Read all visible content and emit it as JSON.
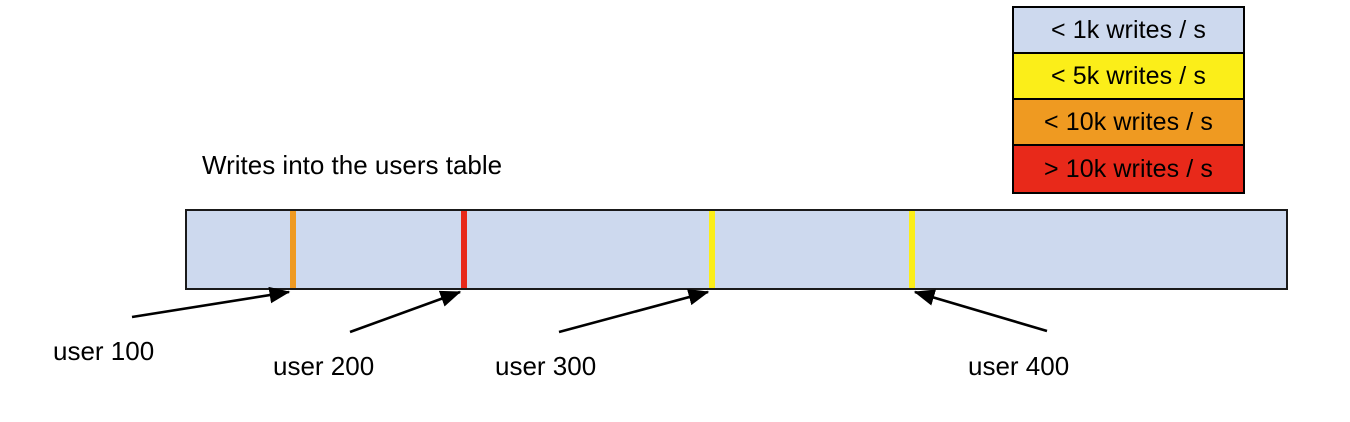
{
  "chart_data": {
    "type": "bar",
    "title": "Writes into the users table",
    "xlabel": "",
    "ylabel": "",
    "description": "A single horizontal key-range bar representing the users table, shaded light blue (< 1k writes / s) with narrow hot-spot stripes at four user boundaries.",
    "categories": [
      "user 100",
      "user 200",
      "user 300",
      "user 400"
    ],
    "values": [
      "< 10k writes / s",
      "> 10k writes / s",
      "< 5k writes / s",
      "< 5k writes / s"
    ],
    "baseline_band": "< 1k writes / s",
    "legend_position": "top-right",
    "grid": false,
    "markers": [
      {
        "label": "user 100",
        "band": "< 10k writes / s",
        "color": "#ef9a21"
      },
      {
        "label": "user 200",
        "band": "> 10k writes / s",
        "color": "#e8291a"
      },
      {
        "label": "user 300",
        "band": "< 5k writes / s",
        "color": "#fbee19"
      },
      {
        "label": "user 400",
        "band": "< 5k writes / s",
        "color": "#fbee19"
      }
    ]
  },
  "legend": {
    "items": [
      {
        "label": "< 1k writes / s",
        "color": "#cdd9ee"
      },
      {
        "label": "< 5k writes / s",
        "color": "#fbee19"
      },
      {
        "label": "< 10k writes / s",
        "color": "#ef9a21"
      },
      {
        "label": "> 10k writes / s",
        "color": "#e8291a"
      }
    ]
  },
  "title": {
    "text": "Writes into the users table"
  },
  "bar": {
    "fill_color": "#cdd9ee",
    "border_color": "#1a1a1a",
    "stripes": [
      {
        "name": "user-100-stripe",
        "color": "#ef9a21"
      },
      {
        "name": "user-200-stripe",
        "color": "#e8291a"
      },
      {
        "name": "user-300-stripe",
        "color": "#fbee19"
      },
      {
        "name": "user-400-stripe",
        "color": "#fbee19"
      }
    ]
  },
  "labels": {
    "user_100": "user 100",
    "user_200": "user 200",
    "user_300": "user 300",
    "user_400": "user 400"
  },
  "colors": {
    "blue": "#cdd9ee",
    "yellow": "#fbee19",
    "orange": "#ef9a21",
    "red": "#e8291a",
    "outline": "#000000",
    "background": "#ffffff"
  }
}
